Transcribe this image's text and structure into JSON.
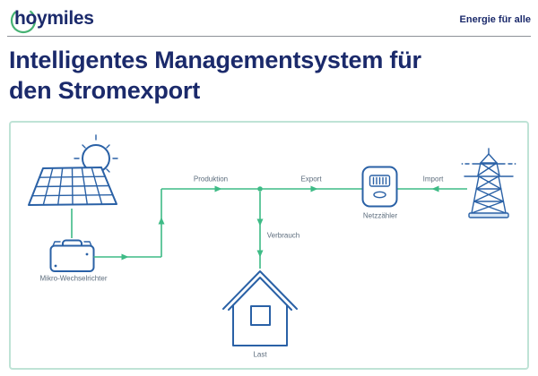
{
  "header": {
    "logo_text": "hoymiles",
    "tagline": "Energie für alle"
  },
  "title": {
    "line1": "Intelligentes Managementsystem für",
    "line2": "den Stromexport"
  },
  "diagram": {
    "flow_labels": {
      "produktion": "Produktion",
      "export": "Export",
      "import": "Import",
      "verbrauch": "Verbrauch"
    },
    "node_labels": {
      "netzzaehler": "Netzzähler",
      "mikro_wechselrichter": "Mikro-Wechselrichter",
      "last": "Last"
    },
    "icon_names": [
      "sun-icon",
      "solar-panel-icon",
      "micro-inverter-icon",
      "grid-meter-icon",
      "power-tower-icon",
      "house-icon"
    ]
  },
  "colors": {
    "navy": "#1b2a6b",
    "icon_blue": "#2a61a6",
    "flow_green": "#3ebb86",
    "frame_mint": "#bfe3d6",
    "label_gray": "#5d6d7d",
    "divider_gray": "#8d9197",
    "logo_green": "#46b273"
  }
}
